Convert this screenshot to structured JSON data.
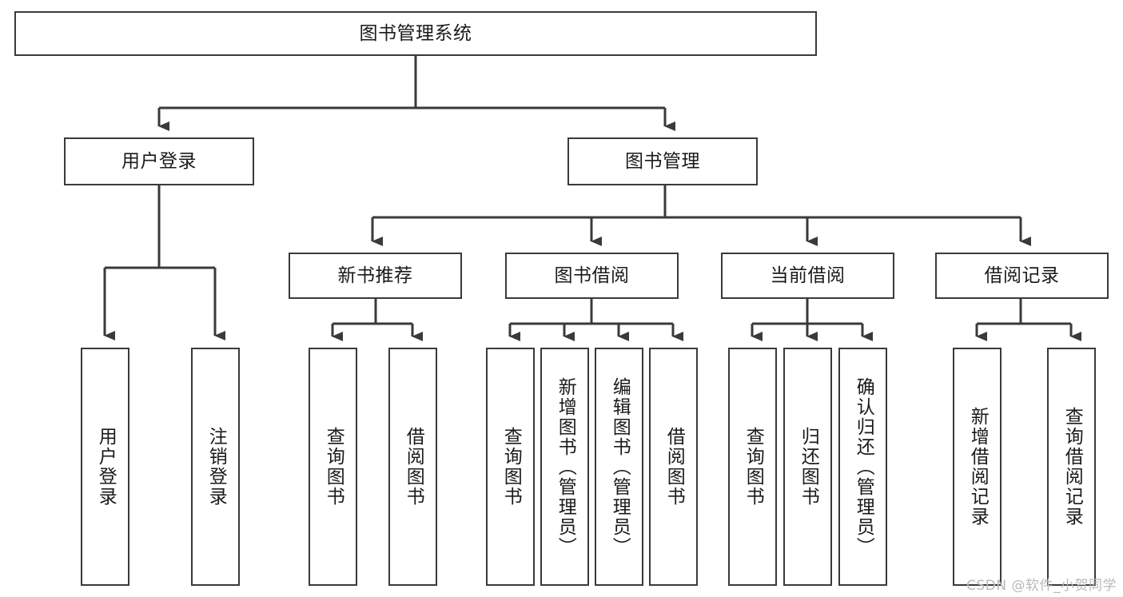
{
  "diagram": {
    "title": "图书管理系统",
    "watermark": "CSDN @软件_小贺同学",
    "colors": {
      "box_border": "#3a3a3a",
      "box_fill": "#ffffff",
      "edge": "#3a3a3a",
      "text": "#1a1a1a",
      "watermark": "#b9b9b9",
      "background": "#ffffff"
    },
    "nodes": {
      "root": "图书管理系统",
      "user_login": "用户登录",
      "book_manage": "图书管理",
      "new_book_recommend": "新书推荐",
      "book_borrow": "图书借阅",
      "current_borrow": "当前借阅",
      "borrow_record": "借阅记录",
      "leaf_user_login": "用户登录",
      "leaf_logout": "注销登录",
      "leaf_query_book_1": "查询图书",
      "leaf_borrow_book_1": "借阅图书",
      "leaf_query_book_2": "查询图书",
      "leaf_add_book_admin": "新增图书（管理员）",
      "leaf_edit_book_admin": "编辑图书（管理员）",
      "leaf_borrow_book_2": "借阅图书",
      "leaf_query_book_3": "查询图书",
      "leaf_return_book": "归还图书",
      "leaf_confirm_return_admin": "确认归还（管理员）",
      "leaf_add_record": "新增借阅记录",
      "leaf_query_record": "查询借阅记录"
    }
  }
}
